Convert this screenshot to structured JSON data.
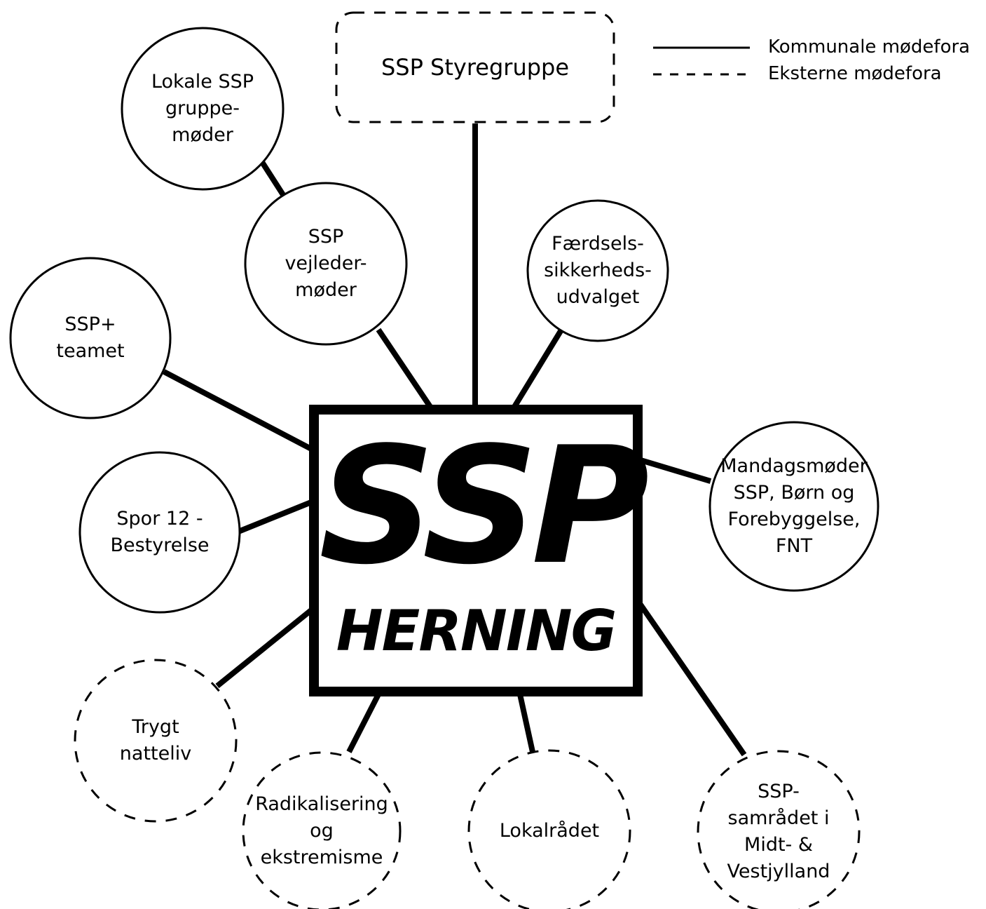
{
  "legend": {
    "solid_label": "Kommunale mødefora",
    "dashed_label": "Eksterne mødefora"
  },
  "center": {
    "logo_top": "SSP",
    "logo_bottom": "HERNING"
  },
  "nodes": {
    "styregruppe": {
      "label": "SSP Styregruppe",
      "style": "dashed"
    },
    "lokale_ssp": {
      "label": "Lokale SSP\ngruppe-\nmøder",
      "style": "solid"
    },
    "vejleder": {
      "label": "SSP\nvejleder-\nmøder",
      "style": "solid"
    },
    "faerdsel": {
      "label": "Færdsels-\nsikkerheds-\nudvalget",
      "style": "solid"
    },
    "ssp_plus": {
      "label": "SSP+\nteamet",
      "style": "solid"
    },
    "spor12": {
      "label": "Spor 12 -\nBestyrelse",
      "style": "solid"
    },
    "mandag": {
      "label": "Mandagsmøder\nSSP, Børn og\nForebyggelse,\nFNT",
      "style": "solid"
    },
    "trygt": {
      "label": "Trygt\nnatteliv",
      "style": "dashed"
    },
    "radikal": {
      "label": "Radikalisering\nog\nekstremisme",
      "style": "dashed"
    },
    "lokalraad": {
      "label": "Lokalrådet",
      "style": "dashed"
    },
    "samraad": {
      "label": "SSP-\nsamrådet i\nMidt- &\nVestjylland",
      "style": "dashed"
    }
  }
}
